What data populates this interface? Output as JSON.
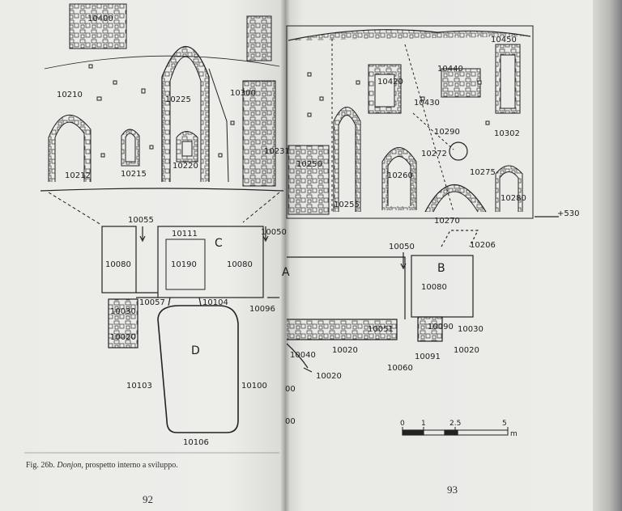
{
  "caption": {
    "figure": "Fig. 26b.",
    "title": "Donjon",
    "rest": ", prospetto interno a sviluppo."
  },
  "pages": {
    "left_number": "92",
    "right_number": "93"
  },
  "left_labels": {
    "l10400": "10400",
    "l10210": "10210",
    "l10225": "10225",
    "l10300": "10300",
    "l10212": "10212",
    "l10215": "10215",
    "l10220": "10220",
    "l10231": "10231",
    "l10055": "10055",
    "l10050": "10050",
    "l10080a": "10080",
    "l10111": "10111",
    "lC": "C",
    "l10190": "10190",
    "l10080b": "10080",
    "l10057": "10057",
    "l10104": "10104",
    "l10096": "10096",
    "l10030": "10030",
    "l10020": "10020",
    "lD": "D",
    "l10103": "10103",
    "l10100": "10100",
    "l10106": "10106"
  },
  "right_labels": {
    "r10450": "10450",
    "r10440": "10440",
    "r10420": "10420",
    "r10430": "10430",
    "r10290": "10290",
    "r10302": "10302",
    "r10272": "10272",
    "r10250": "10250",
    "r10260": "10260",
    "r10275": "10275",
    "r10255": "10255",
    "r10280": "10280",
    "r10270": "10270",
    "r530": "+530",
    "r10050": "10050",
    "r10206": "10206",
    "rB": "B",
    "r10080": "10080",
    "rA": "A",
    "r10051": "10051",
    "r10090": "10090",
    "r10030": "10030",
    "r10040": "10040",
    "r10020a": "10020",
    "r10060": "10060",
    "r10091": "10091",
    "r10020b": "10020",
    "r10020c": "10020",
    "r00a": "00",
    "r00b": "00"
  },
  "scale": {
    "t0": "0",
    "t1": "1",
    "t25": "2.5",
    "t5": "5",
    "unit": "m"
  }
}
